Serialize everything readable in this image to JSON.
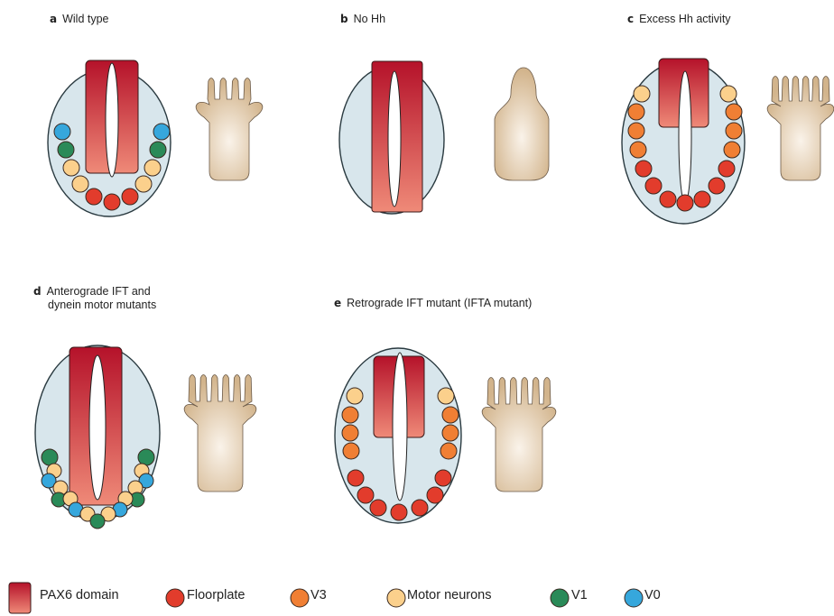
{
  "panels": [
    {
      "letter": "a",
      "title": "Wild type"
    },
    {
      "letter": "b",
      "title": "No Hh"
    },
    {
      "letter": "c",
      "title": "Excess Hh activity"
    },
    {
      "letter": "d",
      "title": "Anterograde IFT and",
      "title2": "dynein motor mutants"
    },
    {
      "letter": "e",
      "title": "Retrograde IFT mutant (IFTA mutant)"
    }
  ],
  "legend": [
    {
      "label": "PAX6 domain",
      "kind": "pax6"
    },
    {
      "label": "Floorplate",
      "kind": "floorplate"
    },
    {
      "label": "V3",
      "kind": "v3"
    },
    {
      "label": "Motor neurons",
      "kind": "mn"
    },
    {
      "label": "V1",
      "kind": "v1"
    },
    {
      "label": "V0",
      "kind": "v0"
    }
  ],
  "colors": {
    "tube_fill": "#d8e6ec",
    "tube_stroke": "#2a3a40",
    "pax6_top": "#b5122a",
    "pax6_bottom": "#ef8a78",
    "floorplate": "#e23c2c",
    "v3": "#f07f34",
    "mn": "#fbd08c",
    "v1": "#2a8a58",
    "v0": "#36a7dc",
    "limb_center": "#faf3ea",
    "limb_edge": "#d2b48c"
  }
}
